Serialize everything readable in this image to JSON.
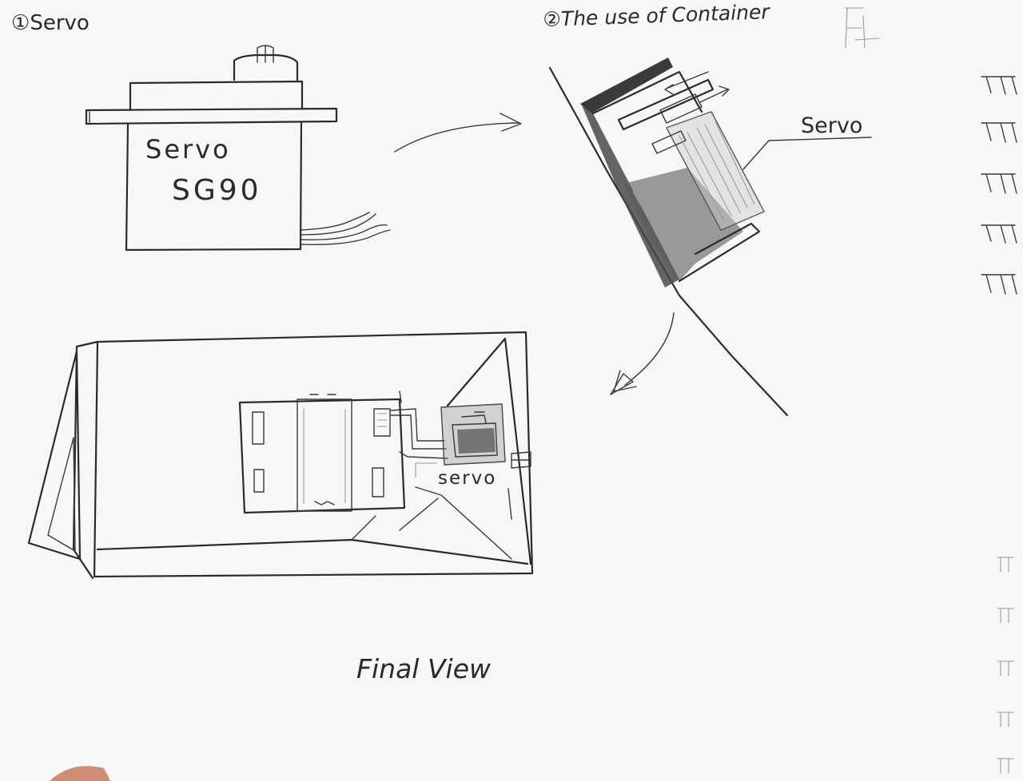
{
  "sections": {
    "servo": {
      "number": "①",
      "heading": "Servo",
      "body_label_line1": "Servo",
      "body_label_line2": "SG90"
    },
    "container": {
      "number": "②",
      "heading": "The use of Container",
      "servo_label": "Servo"
    },
    "final": {
      "servo_label": "servo",
      "caption": "Final View"
    }
  },
  "colors": {
    "paper": "#f7f7f5",
    "ink": "#2b2b2b",
    "shading": "#6e6e6e"
  }
}
